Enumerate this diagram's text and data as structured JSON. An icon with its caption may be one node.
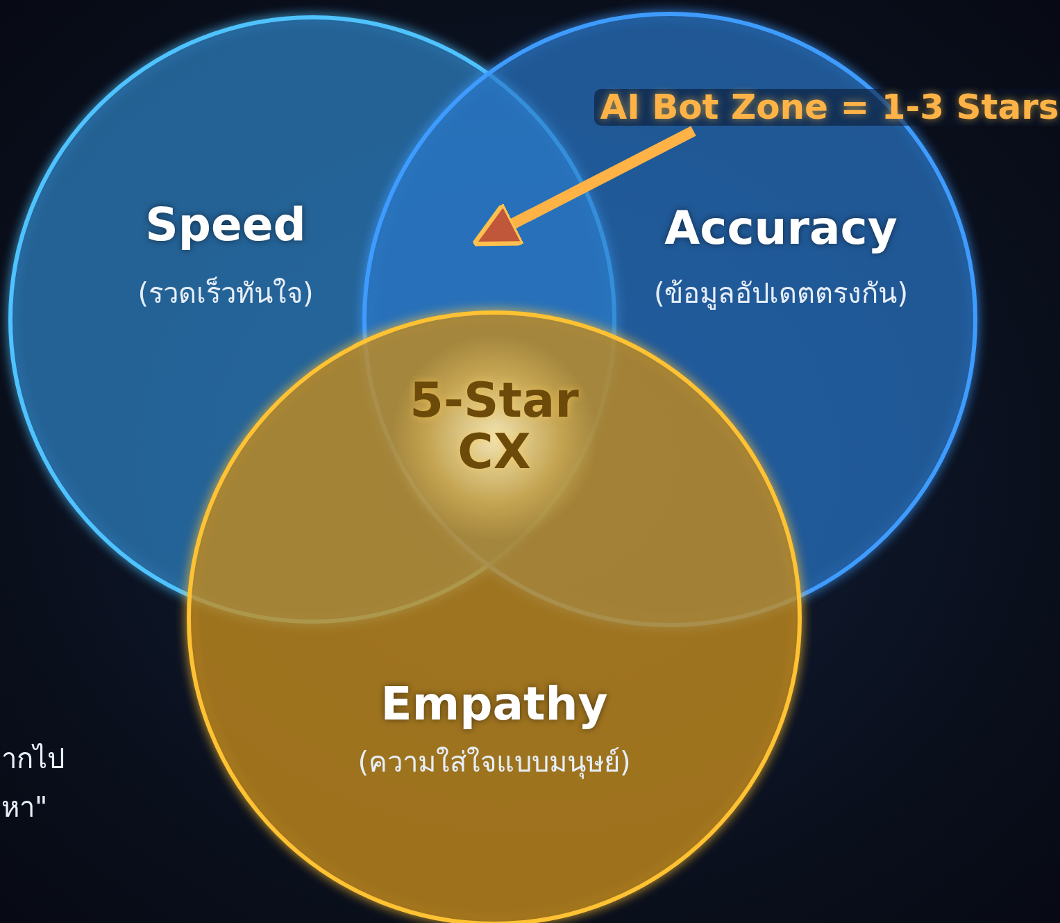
{
  "diagram": {
    "nodes": [
      {
        "text": [
          "Speed",
          "(รวดเร็วทันใจ)"
        ]
      },
      {
        "text": [
          "Accuracy",
          "(ข้อมูลอัปเดตตรงกัน)"
        ]
      },
      {
        "text": [
          "Empathy",
          "(ความใส่ใจแบบมนุษย์)"
        ]
      },
      {
        "text": [
          "5-Star CX"
        ]
      },
      {
        "text": [
          "AI Bot Zone = 1-3 Stars"
        ]
      }
    ],
    "edges": [
      {
        "from": 4,
        "to": 0,
        "arrow": "to"
      }
    ],
    "labels": [
      "ากไป",
      "หา\""
    ]
  }
}
